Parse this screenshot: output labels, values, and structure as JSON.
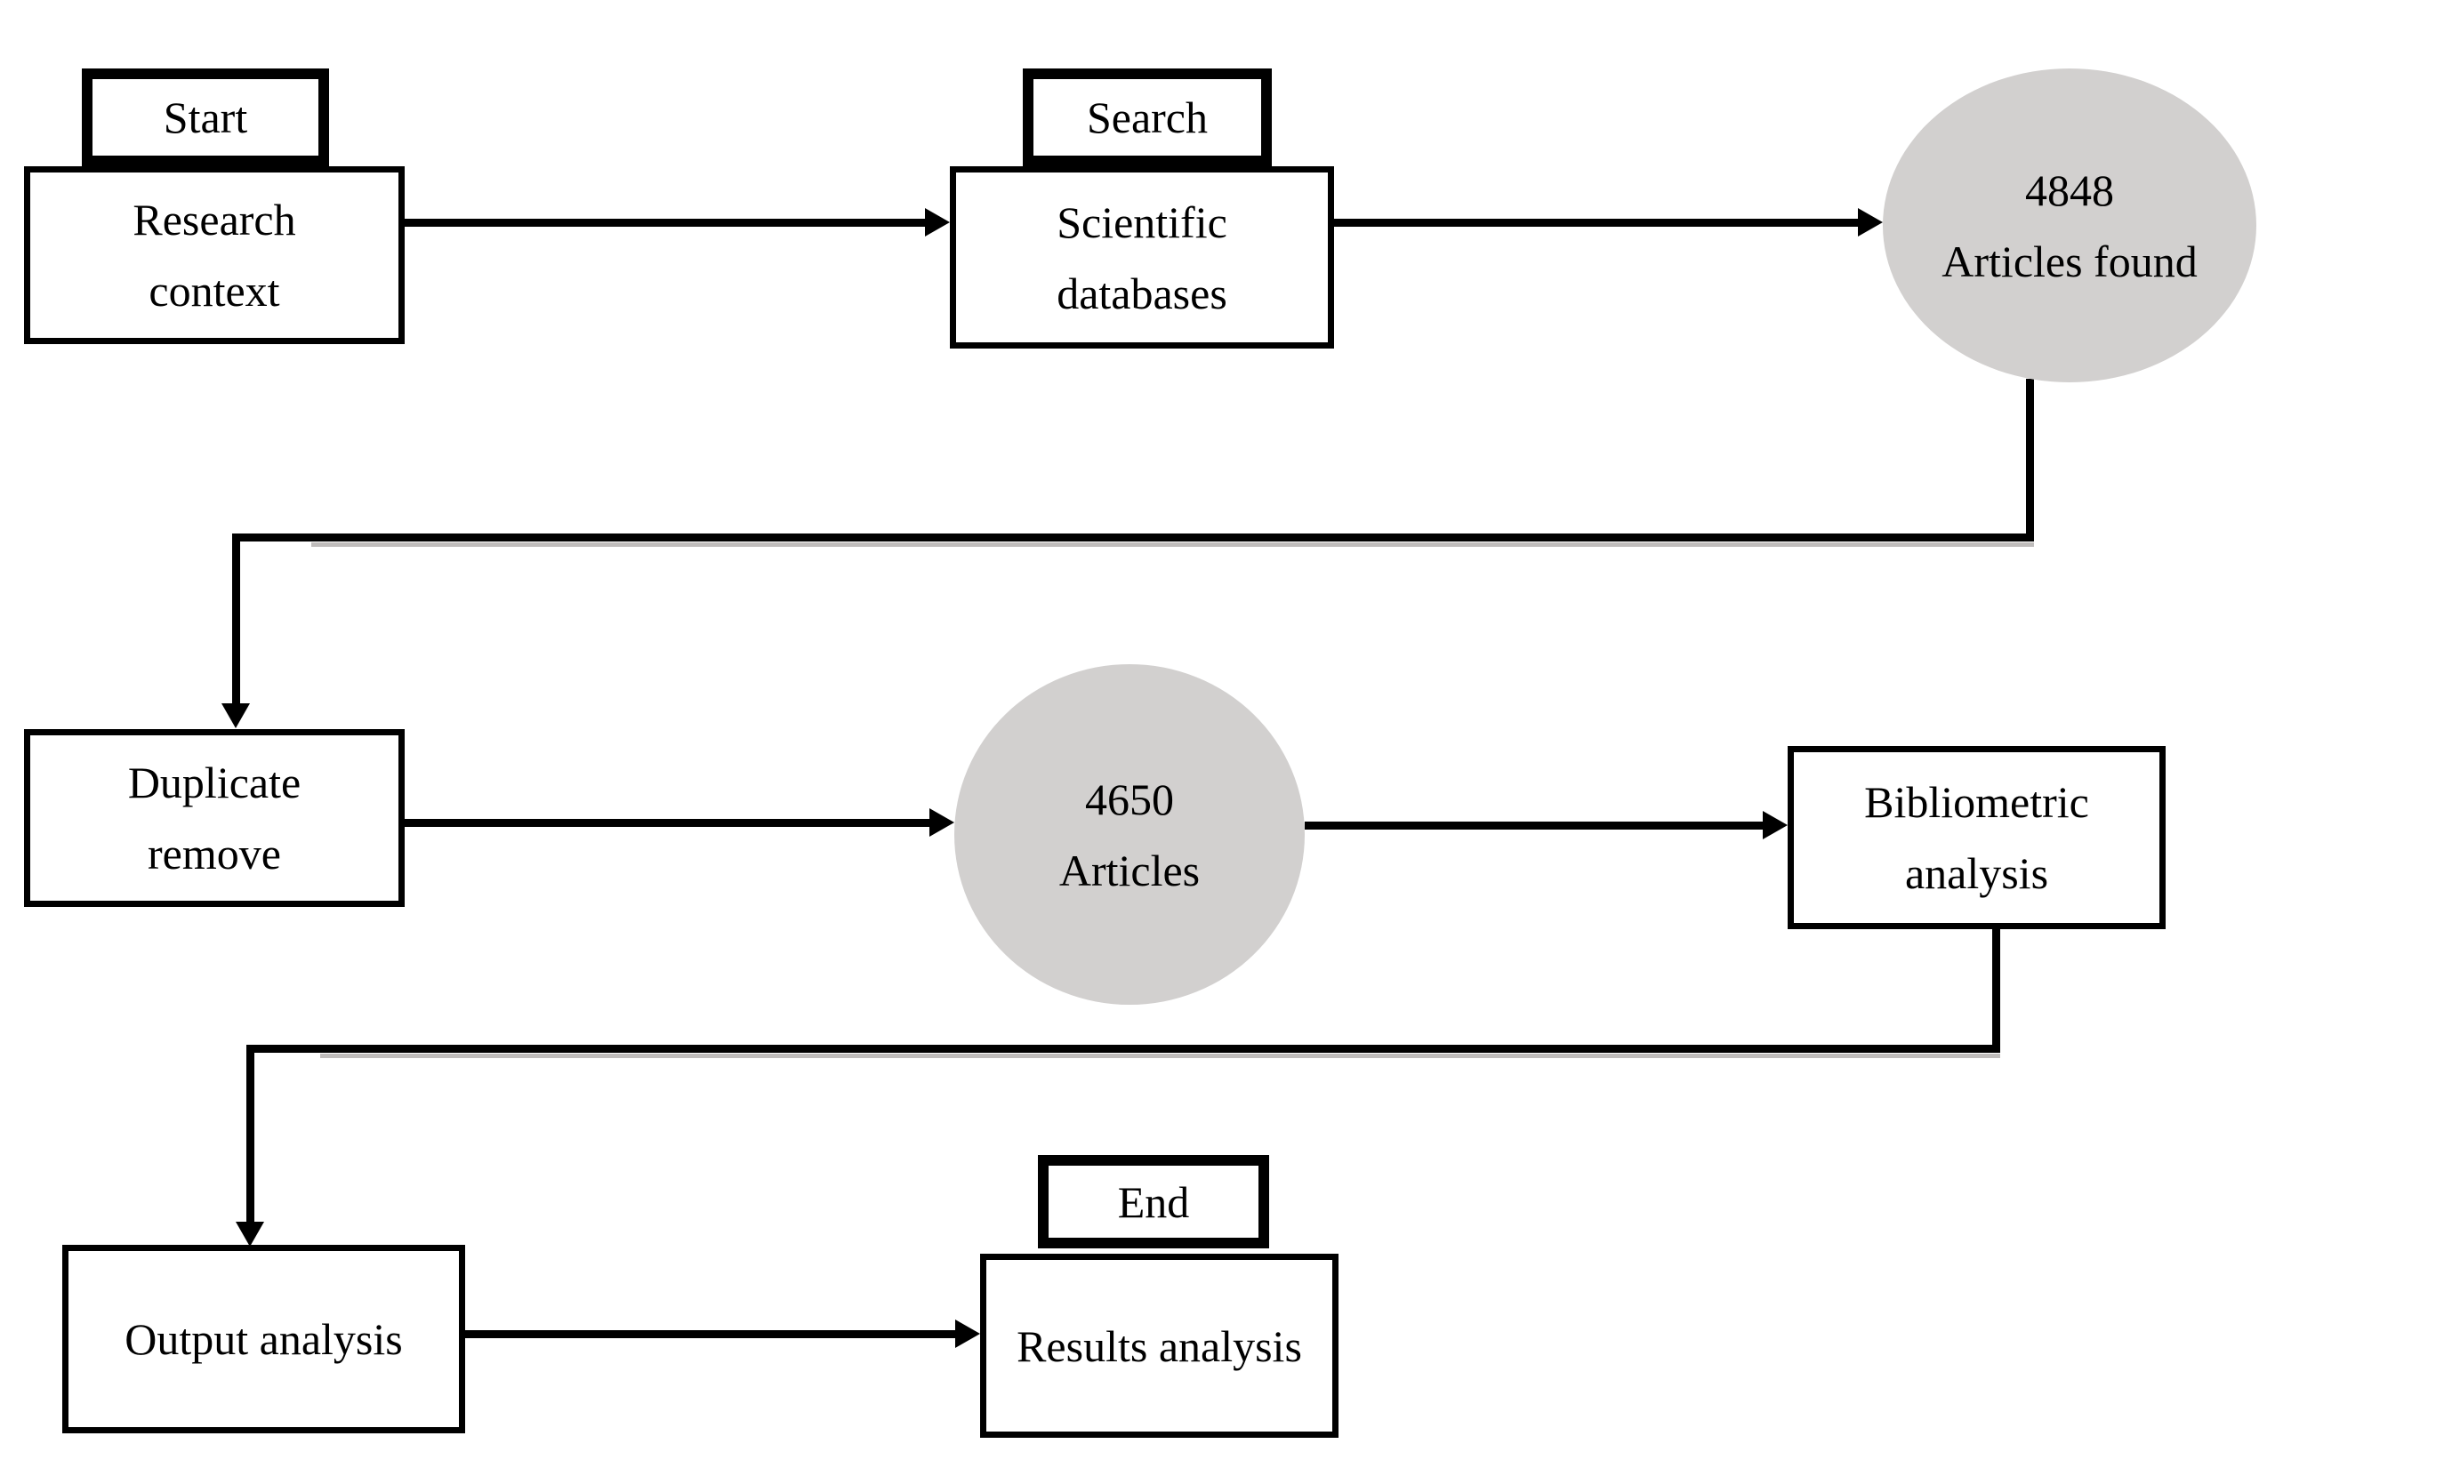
{
  "nodes": {
    "start": {
      "label": "Start"
    },
    "research_context": {
      "label": "Research\ncontext"
    },
    "search": {
      "label": "Search"
    },
    "scientific_databases": {
      "label": "Scientific\ndatabases"
    },
    "articles_found": {
      "label": "4848\nArticles found"
    },
    "duplicate_remove": {
      "label": "Duplicate\nremove"
    },
    "articles_after_duplicates": {
      "label": "4650\nArticles"
    },
    "bibliometric_analysis": {
      "label": "Bibliometric\nanalysis"
    },
    "output_analysis": {
      "label": "Output analysis"
    },
    "end": {
      "label": "End"
    },
    "results_analysis": {
      "label": "Results analysis"
    }
  },
  "colors": {
    "background": "#ffffff",
    "line": "#000000",
    "ellipse_fill": "#d2d0cf",
    "connector_shadow": "#a9a6a4"
  }
}
